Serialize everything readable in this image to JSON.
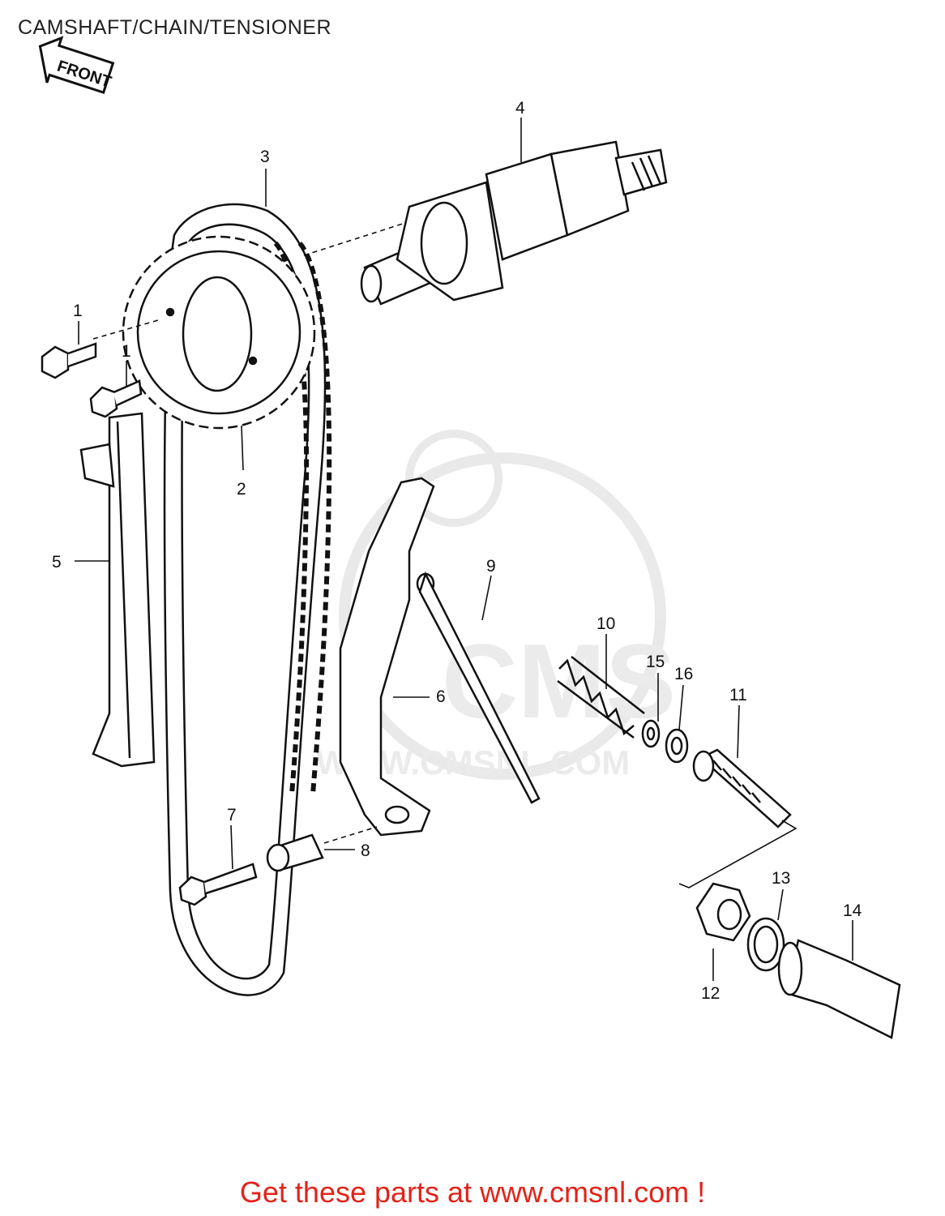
{
  "title": "CAMSHAFT/CHAIN/TENSIONER",
  "direction_arrow": "FRONT",
  "footer": "Get these parts at www.cmsnl.com !",
  "watermark": {
    "brand": "CMS",
    "url": "WWW.CMSNL.COM"
  },
  "part_labels": {
    "p1a": "1",
    "p1b": "1",
    "p2": "2",
    "p3": "3",
    "p4": "4",
    "p5": "5",
    "p6": "6",
    "p7": "7",
    "p8": "8",
    "p9": "9",
    "p10": "10",
    "p11": "11",
    "p12": "12",
    "p13": "13",
    "p14": "14",
    "p15": "15",
    "p16": "16"
  }
}
